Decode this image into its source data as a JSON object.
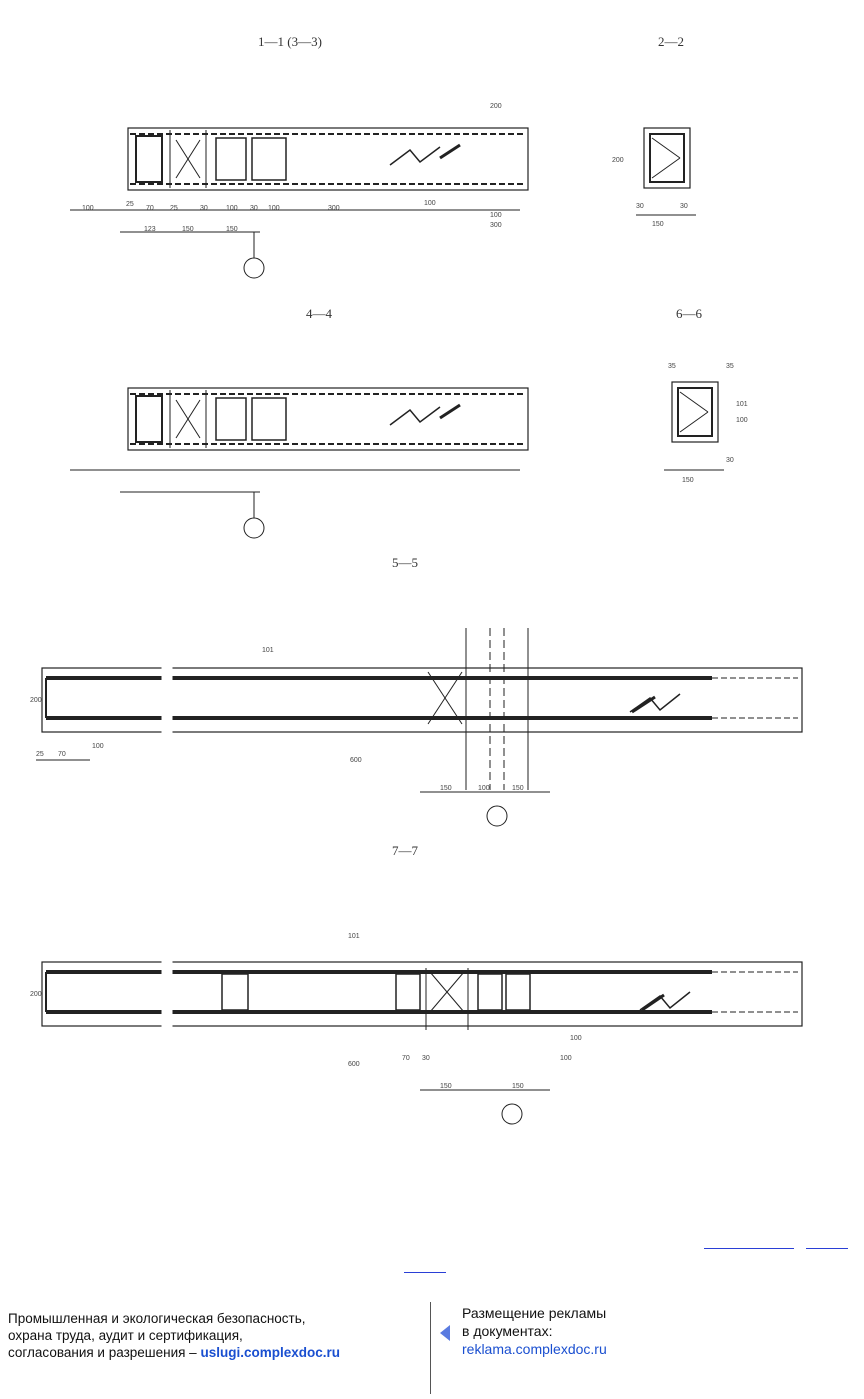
{
  "sections": {
    "s11": "1—1 (3—3)",
    "s22": "2—2",
    "s44": "4—4",
    "s66": "6—6",
    "s55": "5—5",
    "s77": "7—7"
  },
  "dims": {
    "a1": "100",
    "a2": "25",
    "a3": "70",
    "a4": "25",
    "a5": "30",
    "a6": "100",
    "a7": "30",
    "a8": "100",
    "a9": "300",
    "a10": "123",
    "a11": "150",
    "a12": "150",
    "b1": "100",
    "b2": "100",
    "b3": "200",
    "b4": "300",
    "c1": "150",
    "c2": "30",
    "c3": "30",
    "c4": "200",
    "d1": "150",
    "d2": "35",
    "d3": "35",
    "d4": "101",
    "d5": "100",
    "d6": "30",
    "e1": "200",
    "e2": "25",
    "e3": "70",
    "e4": "150",
    "e5": "100",
    "e6": "150",
    "e7": "101",
    "e8": "100",
    "e9": "600",
    "f1": "200",
    "f2": "101",
    "f3": "100",
    "f4": "600",
    "f5": "150",
    "f6": "150",
    "f7": "70",
    "f8": "30",
    "f9": "100"
  },
  "footer": {
    "left_line1": "Промышленная и экологическая безопасность,",
    "left_line2": "охрана труда, аудит и сертификация,",
    "left_line3": "согласования и разрешения –",
    "left_url": "uslugi.complexdoc.ru",
    "right_line1": "Размещение рекламы",
    "right_line2": "в документах:",
    "right_url": "reklama.complexdoc.ru"
  },
  "colors": {
    "accent": "#1a4fd0",
    "link": "#2a3fd6"
  }
}
